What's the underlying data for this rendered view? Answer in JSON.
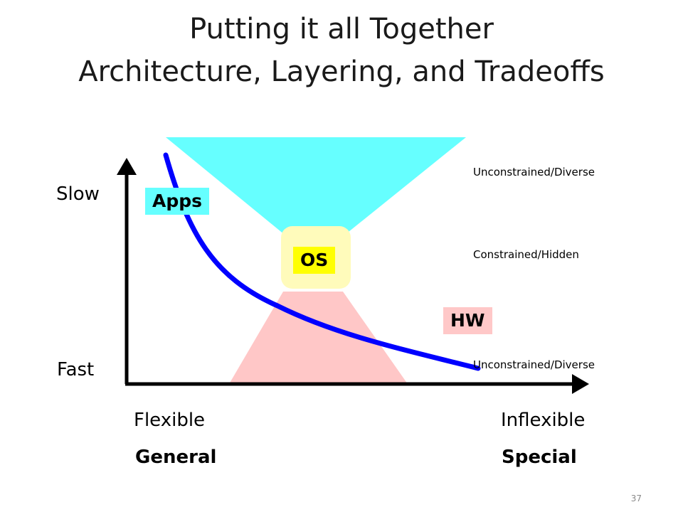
{
  "title": {
    "line1": "Putting it all Together",
    "line2": "Architecture, Layering, and Tradeoffs"
  },
  "axes": {
    "y_top": "Slow",
    "y_bottom": "Fast",
    "x_left_1": "Flexible",
    "x_right_1": "Inflexible",
    "x_left_2": "General",
    "x_right_2": "Special"
  },
  "layers": {
    "apps": "Apps",
    "os": "OS",
    "hw": "HW"
  },
  "annotations": {
    "top": "Unconstrained/Diverse",
    "middle": "Constrained/Hidden",
    "bottom": "Unconstrained/Diverse"
  },
  "colors": {
    "apps_region": "#66ffff",
    "os_glow": "#fffbbb",
    "os_box": "#ffff00",
    "hw_region": "#ffc7c7",
    "hw_box": "#ffc8c8",
    "curve": "#0000ff",
    "axis": "#000000"
  },
  "page_number": "37"
}
